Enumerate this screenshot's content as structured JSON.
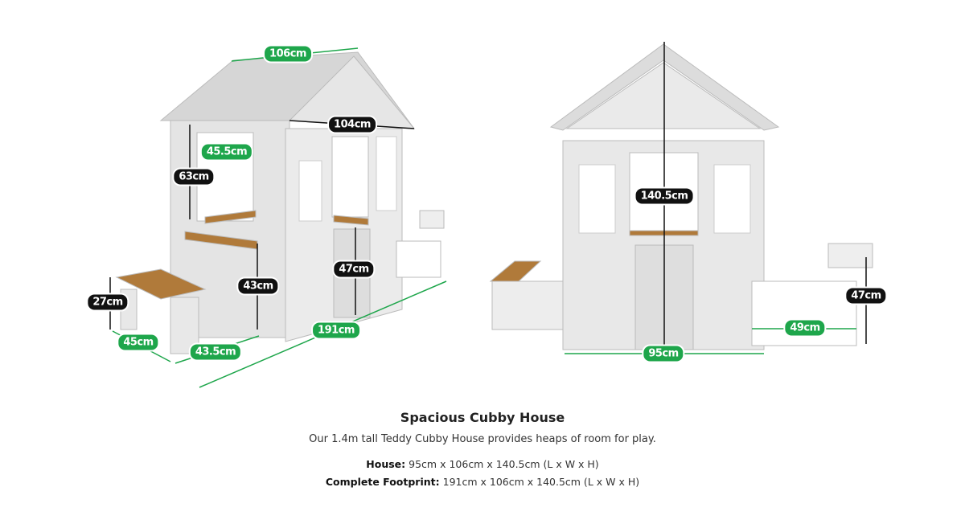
{
  "left_view": {
    "labels": {
      "roof_width": "106cm",
      "roof_front": "104cm",
      "window_width": "45.5cm",
      "window_height": "63cm",
      "counter_height": "43cm",
      "door_height": "47cm",
      "bench_height": "27cm",
      "bench_width": "45cm",
      "bench_length": "43.5cm",
      "total_length": "191cm"
    }
  },
  "right_view": {
    "labels": {
      "total_height": "140.5cm",
      "fence_height": "47cm",
      "fence_width": "49cm",
      "house_length": "95cm"
    }
  },
  "info": {
    "title": "Spacious Cubby House",
    "subtitle": "Our 1.4m tall Teddy Cubby House provides heaps of room for play.",
    "house_label": "House:",
    "house_value": "95cm x 106cm x 140.5cm (L x W x H)",
    "footprint_label": "Complete Footprint:",
    "footprint_value": "191cm x 106cm x 140.5cm (L x W x H)"
  },
  "colors": {
    "green": "#1ea64b",
    "black": "#111111",
    "wood": "#b07a3a",
    "house": "#e3e3e3"
  }
}
